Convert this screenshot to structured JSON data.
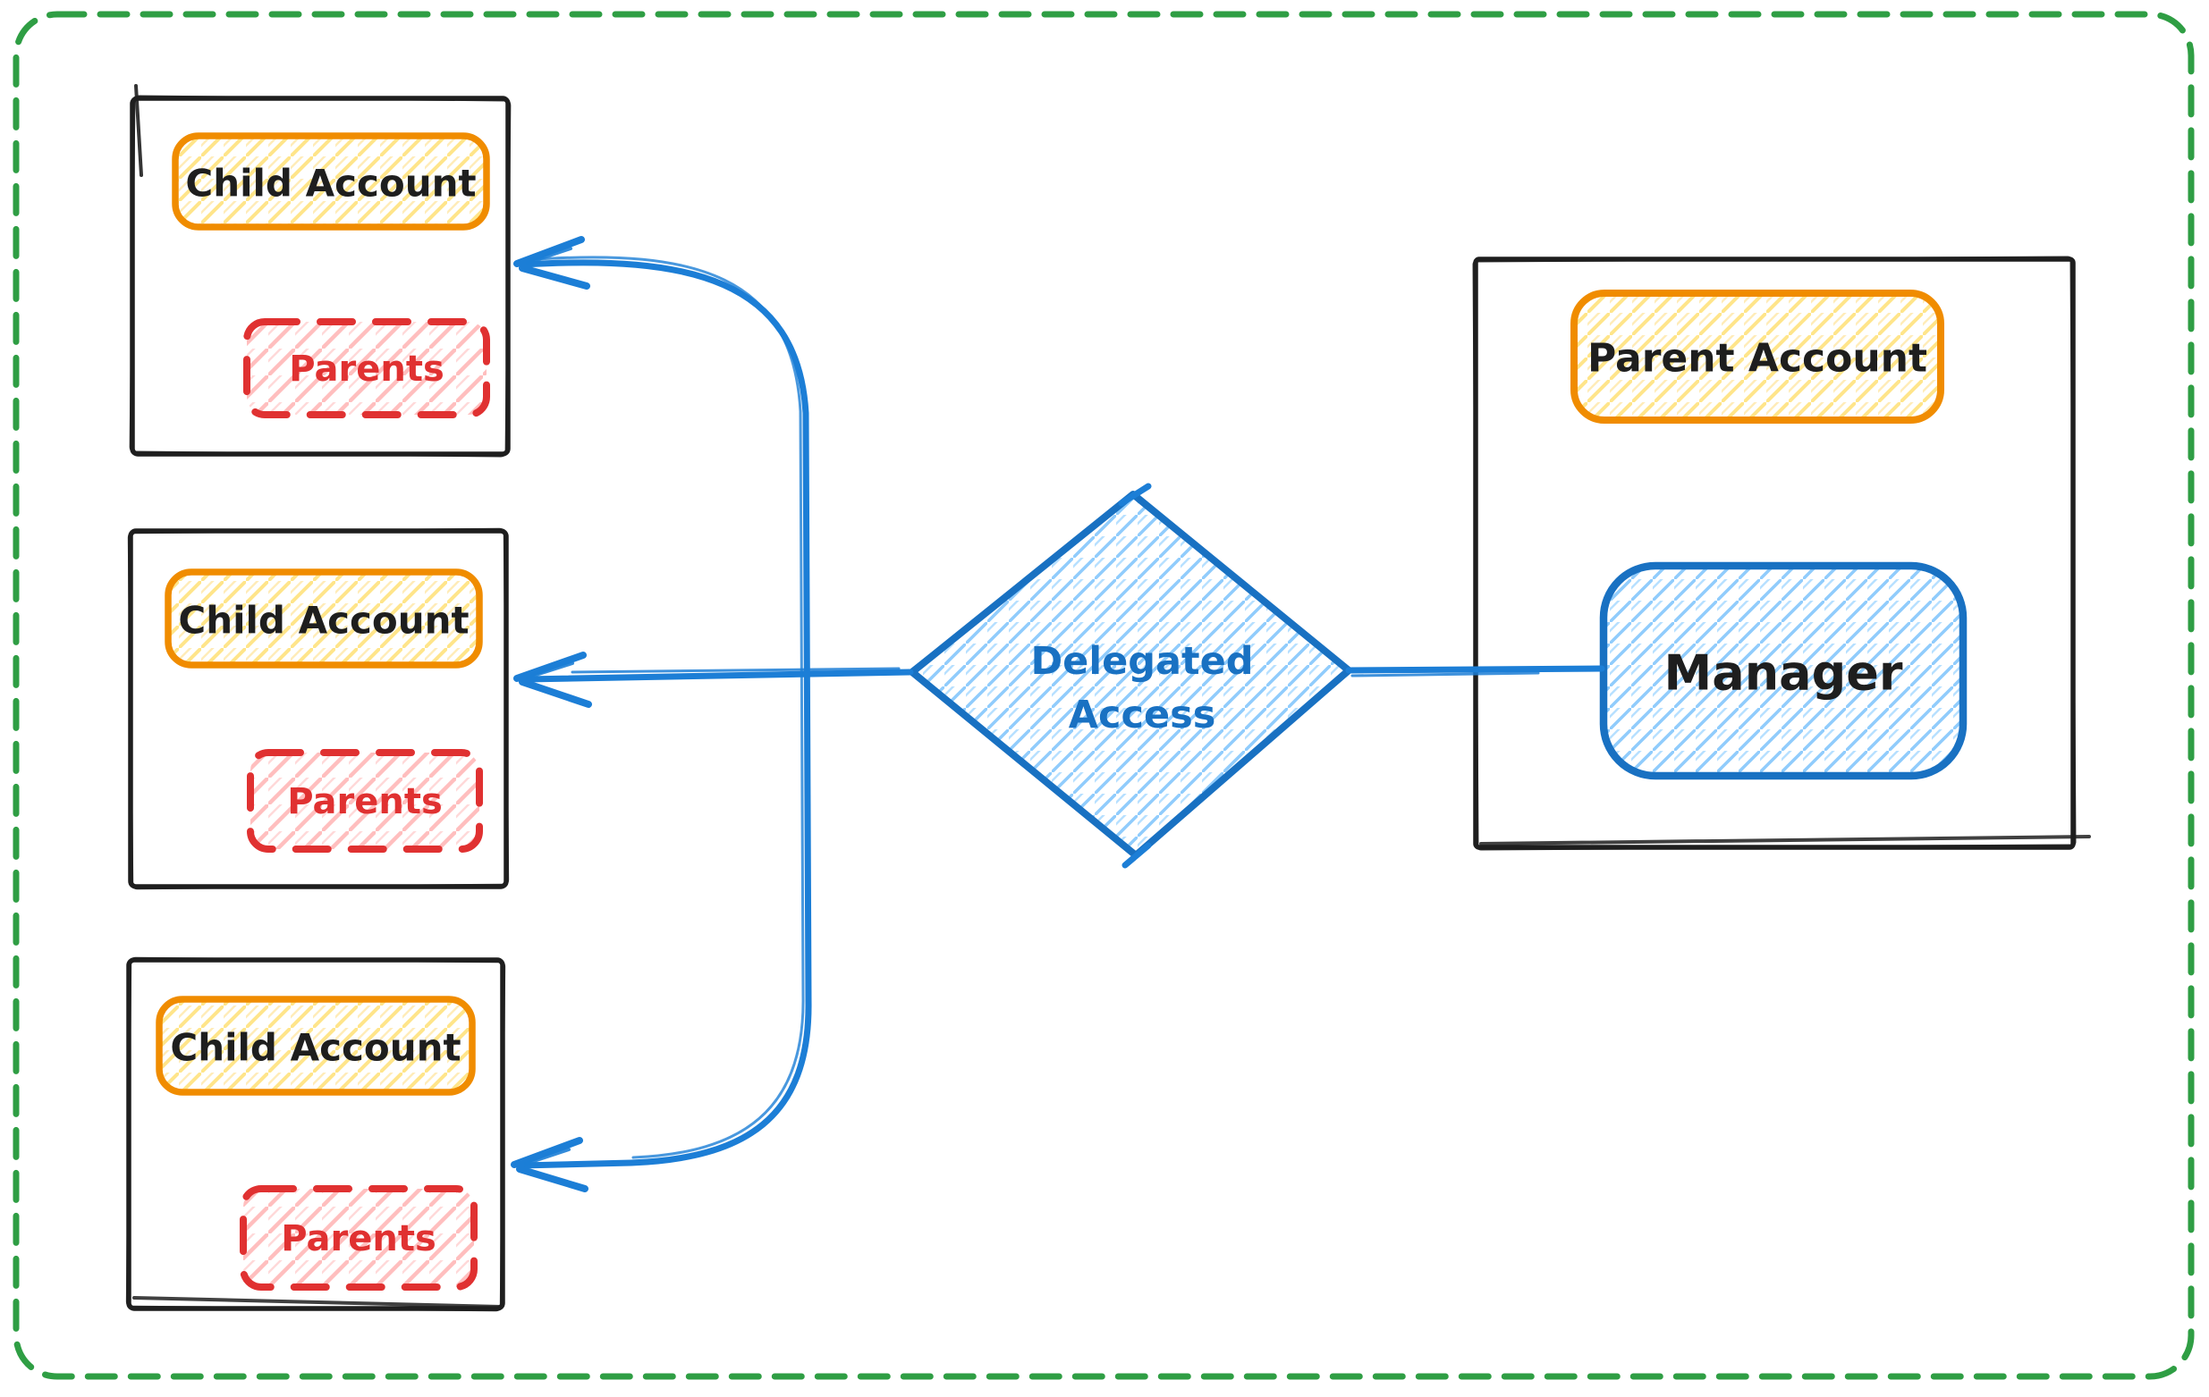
{
  "diagram": {
    "kind": "hand-drawn whiteboard diagram",
    "nodes": {
      "child_accounts": [
        {
          "title": "Child Account",
          "inner": "Parents"
        },
        {
          "title": "Child Account",
          "inner": "Parents"
        },
        {
          "title": "Child Account",
          "inner": "Parents"
        }
      ],
      "parent_account": {
        "title": "Parent Account",
        "inner": "Manager"
      },
      "decision": {
        "line1": "Delegated",
        "line2": "Access"
      }
    },
    "colors": {
      "canvas_border_green": "#2f9e44",
      "box_stroke_black": "#1e1e1e",
      "pill_orange": "#f08c00",
      "hatch_yellow": "#ffd43b",
      "parents_red": "#e03131",
      "hatch_pink": "#ffa8a8",
      "connector_blue": "#1c7ed6",
      "shape_blue": "#1971c2",
      "hatch_light_blue": "#74c0fc",
      "background": "#ffffff"
    }
  }
}
